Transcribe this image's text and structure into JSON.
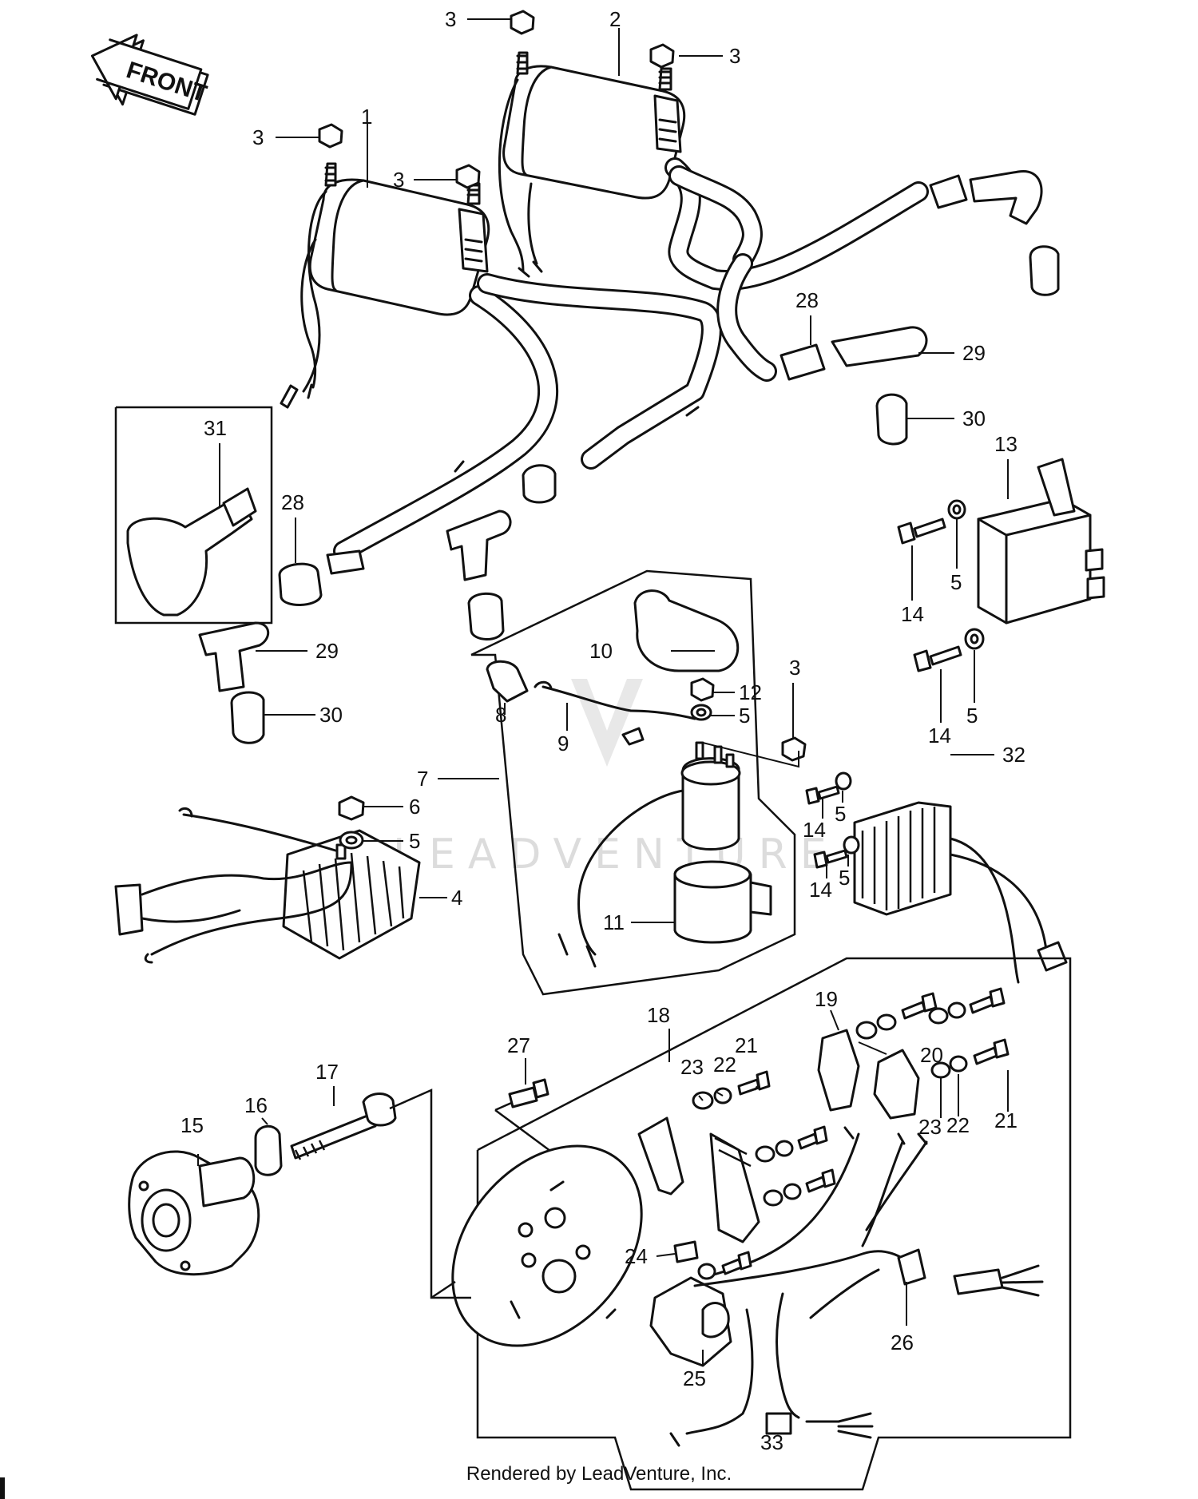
{
  "front_label": "FRONT",
  "watermark": "LEADVENTURE",
  "footer": "Rendered by LeadVenture, Inc.",
  "callouts": {
    "c1": "1",
    "c2": "2",
    "c3a": "3",
    "c3b": "3",
    "c3c": "3",
    "c3d": "3",
    "c3e": "3",
    "c4": "4",
    "c5a": "5",
    "c5b": "5",
    "c5c": "5",
    "c5d": "5",
    "c5e": "5",
    "c5f": "5",
    "c6": "6",
    "c7": "7",
    "c8": "8",
    "c9": "9",
    "c10": "10",
    "c11": "11",
    "c12": "12",
    "c13": "13",
    "c14a": "14",
    "c14b": "14",
    "c14c": "14",
    "c14d": "14",
    "c15": "15",
    "c16": "16",
    "c17": "17",
    "c18": "18",
    "c19": "19",
    "c20": "20",
    "c21a": "21",
    "c21b": "21",
    "c22a": "22",
    "c22b": "22",
    "c23a": "23",
    "c23b": "23",
    "c24": "24",
    "c25": "25",
    "c26": "26",
    "c27": "27",
    "c28a": "28",
    "c28b": "28",
    "c29a": "29",
    "c29b": "29",
    "c30a": "30",
    "c30b": "30",
    "c31": "31",
    "c32": "32",
    "c33": "33"
  }
}
